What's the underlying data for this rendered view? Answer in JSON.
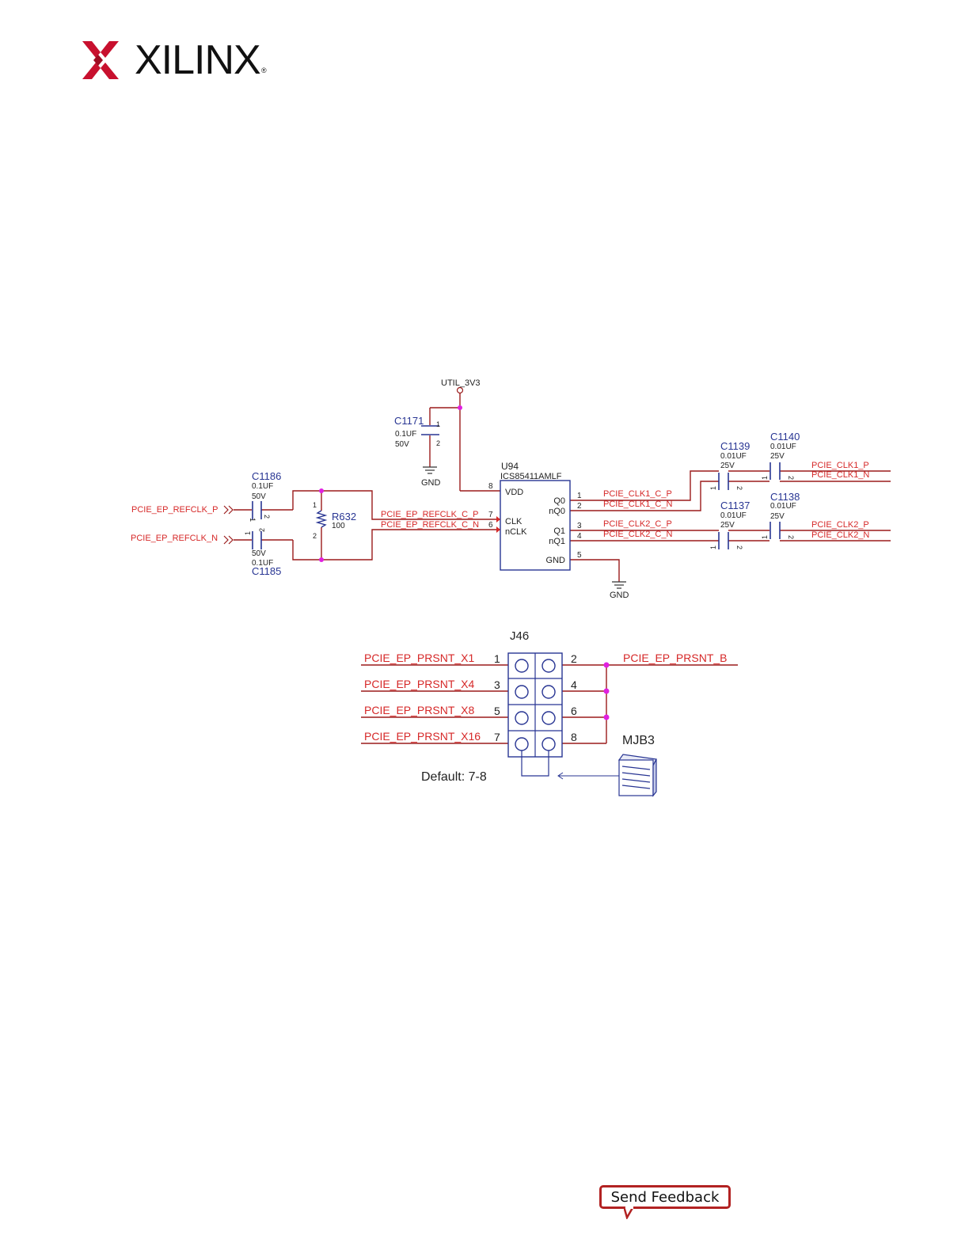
{
  "header": {
    "logo_text": "XILINX",
    "logo_mark": "xilinx-x-mark",
    "reg_mark": "®"
  },
  "schematic": {
    "power": {
      "rail": "UTIL_3V3",
      "gnd_top": "GND",
      "gnd_right": "GND"
    },
    "c1171": {
      "ref": "C1171",
      "value": "0.1UF",
      "voltage": "50V",
      "pin1": "1",
      "pin2": "2"
    },
    "c1186": {
      "ref": "C1186",
      "value": "0.1UF",
      "voltage": "50V"
    },
    "c1185": {
      "ref": "C1185",
      "value": "0.1UF",
      "voltage": "50V"
    },
    "r632": {
      "ref": "R632",
      "value": "100",
      "pin1": "1",
      "pin2": "2"
    },
    "inputs": {
      "refclk_p": "PCIE_EP_REFCLK_P",
      "refclk_n": "PCIE_EP_REFCLK_N",
      "refclk_c_p": "PCIE_EP_REFCLK_C_P",
      "refclk_c_n": "PCIE_EP_REFCLK_C_N"
    },
    "u94": {
      "ref": "U94",
      "part": "ICS85411AMLF",
      "pins_left": [
        {
          "num": "8",
          "name": "VDD"
        },
        {
          "num": "7",
          "name": "CLK"
        },
        {
          "num": "6",
          "name": "nCLK"
        }
      ],
      "pins_right": [
        {
          "num": "1",
          "name": "Q0"
        },
        {
          "num": "2",
          "name": "nQ0"
        },
        {
          "num": "3",
          "name": "Q1"
        },
        {
          "num": "4",
          "name": "nQ1"
        },
        {
          "num": "5",
          "name": "GND"
        }
      ]
    },
    "mid_nets": {
      "clk1_c_p": "PCIE_CLK1_C_P",
      "clk1_c_n": "PCIE_CLK1_C_N",
      "clk2_c_p": "PCIE_CLK2_C_P",
      "clk2_c_n": "PCIE_CLK2_C_N"
    },
    "out_caps": [
      {
        "ref": "C1139",
        "value": "0.01UF",
        "voltage": "25V"
      },
      {
        "ref": "C1140",
        "value": "0.01UF",
        "voltage": "25V"
      },
      {
        "ref": "C1137",
        "value": "0.01UF",
        "voltage": "25V"
      },
      {
        "ref": "C1138",
        "value": "0.01UF",
        "voltage": "25V"
      }
    ],
    "out_nets": {
      "clk1_p": "PCIE_CLK1_P",
      "clk1_n": "PCIE_CLK1_N",
      "clk2_p": "PCIE_CLK2_P",
      "clk2_n": "PCIE_CLK2_N"
    },
    "cap_pins": {
      "p1": "1",
      "p2": "2"
    }
  },
  "jumper": {
    "ref": "J46",
    "left_nets": [
      "PCIE_EP_PRSNT_X1",
      "PCIE_EP_PRSNT_X4",
      "PCIE_EP_PRSNT_X8",
      "PCIE_EP_PRSNT_X16"
    ],
    "left_pins": [
      "1",
      "3",
      "5",
      "7"
    ],
    "right_pins": [
      "2",
      "4",
      "6",
      "8"
    ],
    "right_net": "PCIE_EP_PRSNT_B",
    "shunt_ref": "MJB3",
    "default_label": "Default: 7-8"
  },
  "footer": {
    "feedback_label": "Send Feedback"
  },
  "colors": {
    "net": "#d62828",
    "wire": "#9b1b1b",
    "part": "#283593",
    "junction": "#e020e0",
    "brand": "#c8102e"
  }
}
